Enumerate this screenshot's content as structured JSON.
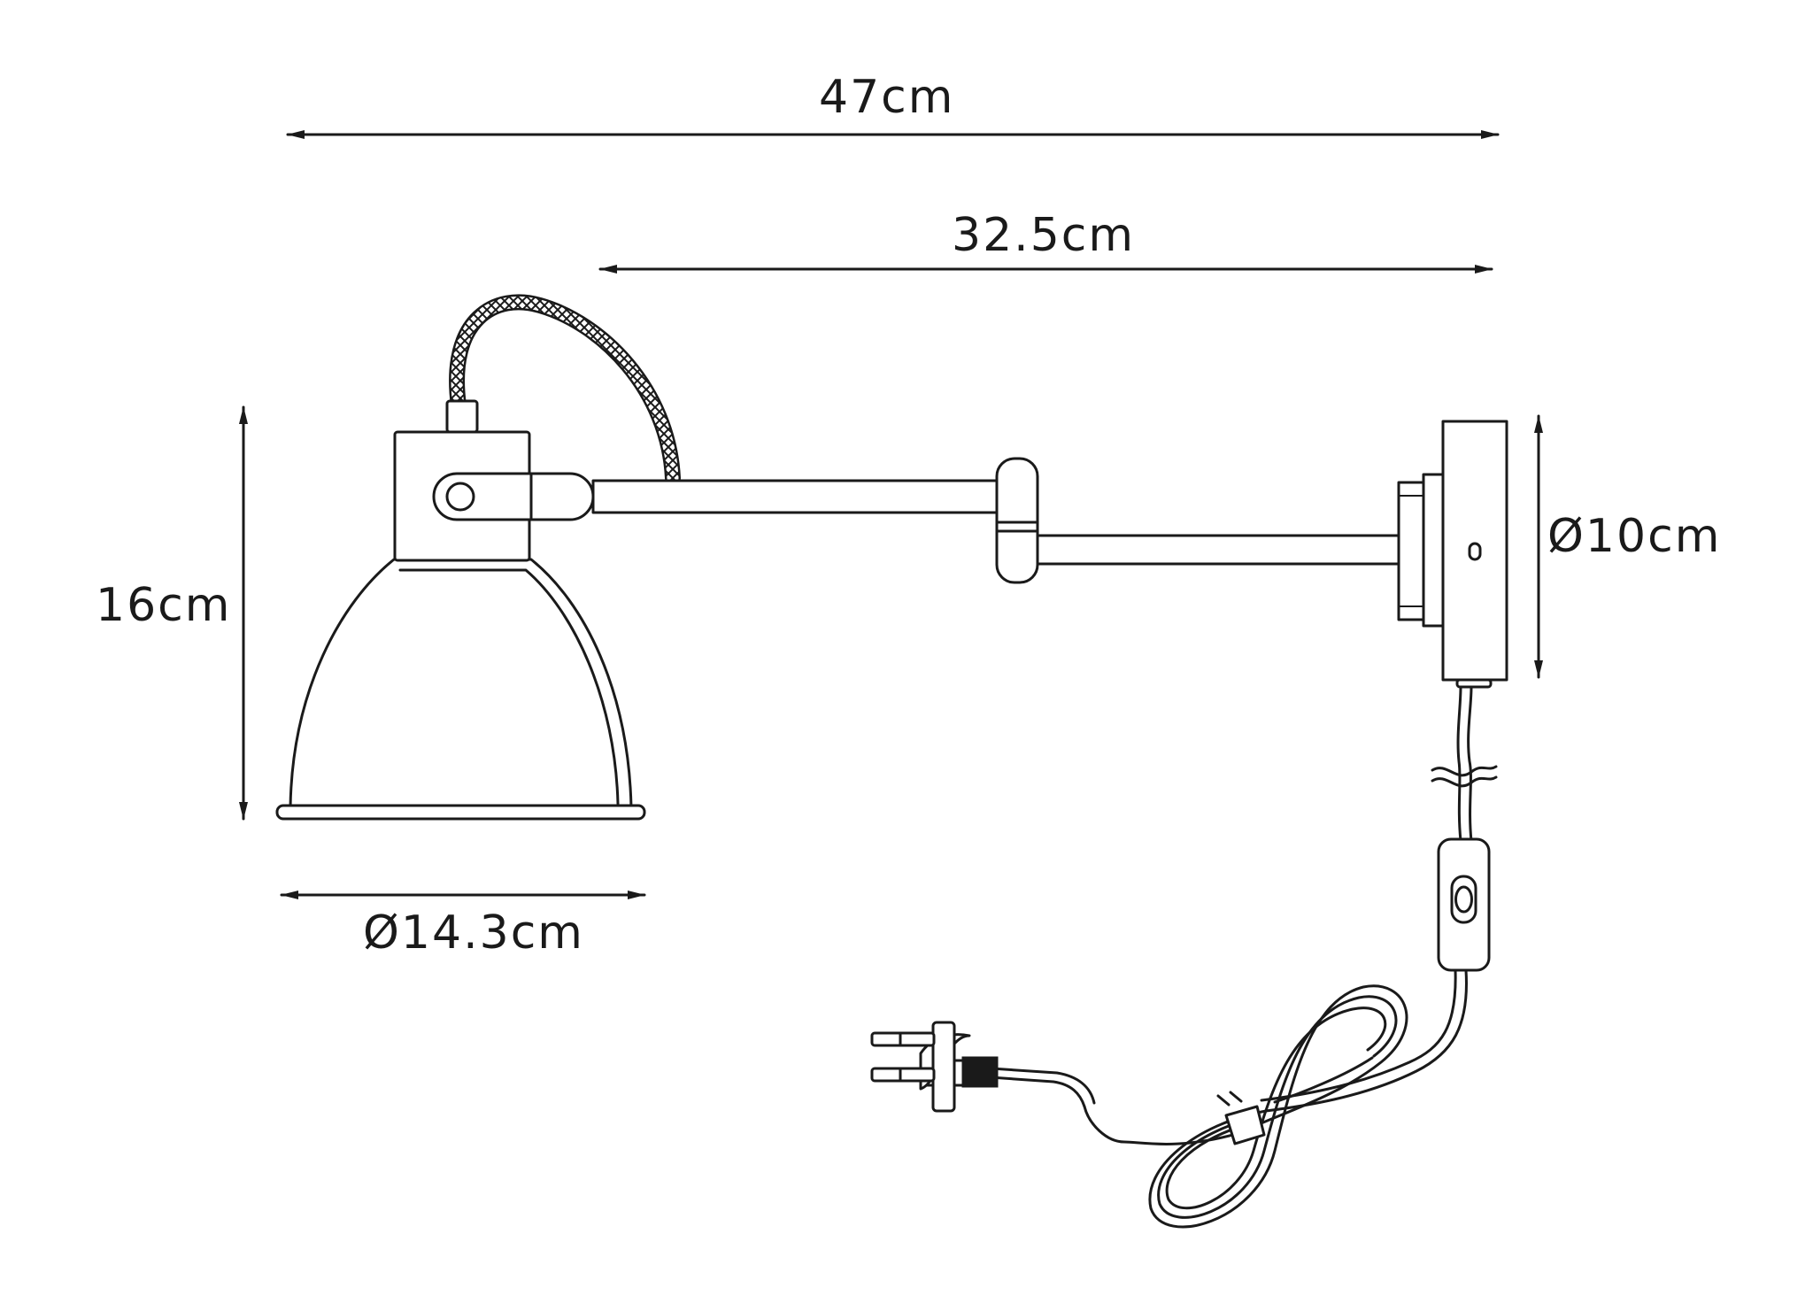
{
  "dimensions": {
    "overall_length": "47cm",
    "arm_length": "32.5cm",
    "height": "16cm",
    "base_diameter": "Ø10cm",
    "shade_diameter": "Ø14.3cm"
  },
  "colors": {
    "line": "#1a1a1a",
    "background": "#ffffff"
  }
}
